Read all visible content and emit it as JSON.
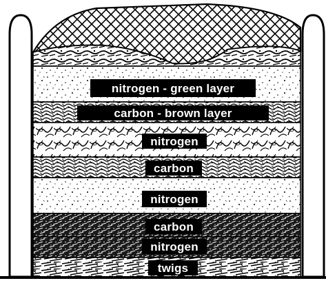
{
  "diagram": {
    "layers": [
      {
        "id": "top-netting",
        "label": "",
        "pattern": "net"
      },
      {
        "id": "layer-mixed-top",
        "label": "",
        "pattern": "mixed"
      },
      {
        "id": "layer-nitrogen-green",
        "label": "nitrogen - green layer",
        "pattern": "speckle"
      },
      {
        "id": "layer-carbon-brown",
        "label": "carbon - brown layer",
        "pattern": "hatch"
      },
      {
        "id": "layer-nitrogen-1",
        "label": "nitrogen",
        "pattern": "swirl"
      },
      {
        "id": "layer-carbon-1",
        "label": "carbon",
        "pattern": "hatch"
      },
      {
        "id": "layer-nitrogen-2",
        "label": "nitrogen",
        "pattern": "speckle"
      },
      {
        "id": "layer-carbon-2",
        "label": "carbon",
        "pattern": "dark"
      },
      {
        "id": "layer-nitrogen-3",
        "label": "nitrogen",
        "pattern": "dark"
      },
      {
        "id": "layer-twigs",
        "label": "twigs",
        "pattern": "twigs"
      }
    ],
    "colors": {
      "ink": "#000000",
      "paper": "#ffffff"
    }
  }
}
